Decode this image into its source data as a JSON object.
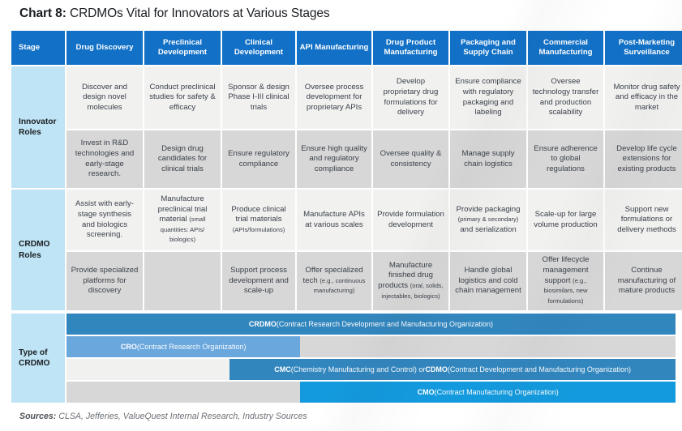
{
  "title": {
    "label": "Chart 8:",
    "rest": " CRDMOs Vital for Innovators at Various Stages"
  },
  "colors": {
    "header_blue": "#1271c6",
    "row_label_blue": "#bfe4f5",
    "cell_light": "#f1f1f0",
    "cell_dark": "#d7d7d7",
    "bar_crdmo": "#3286be",
    "bar_cro": "#6aa7dd",
    "bar_cmc": "#3286be",
    "bar_cmo": "#139ade",
    "track_light": "#f1f1f0",
    "track_dark": "#d7d7d7"
  },
  "table": {
    "headers": [
      "Stage",
      "Drug Discovery",
      "Preclinical Development",
      "Clinical Development",
      "API Manufacturing",
      "Drug Product Manufacturing",
      "Packaging and Supply Chain",
      "Commercial Manufacturing",
      "Post-Marketing Surveillance"
    ],
    "groups": [
      {
        "label": "Innovator Roles",
        "rows": [
          {
            "shade": "light",
            "cells": [
              {
                "main": "Discover and design novel molecules",
                "sub": ""
              },
              {
                "main": "Conduct preclinical studies for safety & efficacy",
                "sub": ""
              },
              {
                "main": "Sponsor & design Phase I-III clinical trials",
                "sub": ""
              },
              {
                "main": "Oversee process development for proprietary APIs",
                "sub": ""
              },
              {
                "main": "Develop proprietary drug formulations for delivery",
                "sub": ""
              },
              {
                "main": "Ensure compliance with regulatory packaging and labeling",
                "sub": ""
              },
              {
                "main": "Oversee technology transfer and production scalability",
                "sub": ""
              },
              {
                "main": "Monitor drug safety and efficacy in the market",
                "sub": ""
              }
            ]
          },
          {
            "shade": "dark",
            "cells": [
              {
                "main": "Invest in R&D technologies and early-stage research.",
                "sub": ""
              },
              {
                "main": "Design drug candidates for clinical trials",
                "sub": ""
              },
              {
                "main": "Ensure regulatory compliance",
                "sub": ""
              },
              {
                "main": "Ensure high quality and regulatory compliance",
                "sub": ""
              },
              {
                "main": "Oversee quality & consistency",
                "sub": ""
              },
              {
                "main": "Manage supply chain logistics",
                "sub": ""
              },
              {
                "main": "Ensure adherence to global regulations",
                "sub": ""
              },
              {
                "main": "Develop life cycle extensions for existing products",
                "sub": ""
              }
            ]
          }
        ]
      },
      {
        "label": "CRDMO Roles",
        "rows": [
          {
            "shade": "light",
            "cells": [
              {
                "main": "Assist with early-stage synthesis and biologics screening.",
                "sub": ""
              },
              {
                "main": "Manufacture preclinical trial material ",
                "sub": "(small quantities: APIs/ biologics)"
              },
              {
                "main": "Produce clinical trial materials ",
                "sub": "(APIs/formulations)"
              },
              {
                "main": "Manufacture APIs at various scales",
                "sub": ""
              },
              {
                "main": "Provide formulation development",
                "sub": ""
              },
              {
                "main": "Provide packaging ",
                "sub": "(primary & secondary)",
                "tail": " and serialization"
              },
              {
                "main": "Scale-up for large volume production",
                "sub": ""
              },
              {
                "main": "Support new formulations or delivery methods",
                "sub": ""
              }
            ]
          },
          {
            "shade": "dark",
            "cells": [
              {
                "main": "Provide specialized platforms for discovery",
                "sub": ""
              },
              {
                "main": "",
                "sub": ""
              },
              {
                "main": "Support process development and scale-up",
                "sub": ""
              },
              {
                "main": "Offer specialized tech ",
                "sub": "(e.g., continuous manufacturing)"
              },
              {
                "main": "Manufacture finished drug products ",
                "sub": "(oral, solids, injectables, biologics)"
              },
              {
                "main": "Handle global logistics and cold chain management",
                "sub": ""
              },
              {
                "main": "Offer lifecycle management support ",
                "sub": "(e.g., biosimilars, new formulations)"
              },
              {
                "main": "Continue manufacturing of mature products",
                "sub": ""
              }
            ]
          }
        ]
      }
    ]
  },
  "type_block": {
    "label": "Type of CRDMO",
    "bars": [
      {
        "name": "CRDMO",
        "abbr": "CRDMO",
        "expansion": " (Contract Research Development and Manufacturing Organization)",
        "start_pct": 0,
        "end_pct": 100,
        "color": "#3286be",
        "track_before": "",
        "track_after": ""
      },
      {
        "name": "CRO",
        "abbr": "CRO",
        "expansion": " (Contract Research Organization)",
        "start_pct": 0,
        "end_pct": 38.4,
        "color": "#6aa7dd",
        "track_before": "",
        "track_after": "#d7d7d7"
      },
      {
        "name": "CMC-CDMO",
        "abbr": "CMC",
        "expansion": " (Chemistry Manufacturing and Control) or ",
        "abbr2": "CDMO",
        "expansion2": " (Contract Development and Manufacturing Organization)",
        "start_pct": 26.8,
        "end_pct": 100,
        "color": "#3286be",
        "track_before": "#f1f1f0",
        "track_after": ""
      },
      {
        "name": "CMO",
        "abbr": "CMO",
        "expansion": " (Contract Manufacturing Organization)",
        "start_pct": 38.4,
        "end_pct": 100,
        "color": "#139ade",
        "track_before": "#d7d7d7",
        "track_after": ""
      }
    ]
  },
  "sources": {
    "label": "Sources:",
    "text": " CLSA, Jefferies, ValueQuest Internal Research, Industry Sources"
  }
}
